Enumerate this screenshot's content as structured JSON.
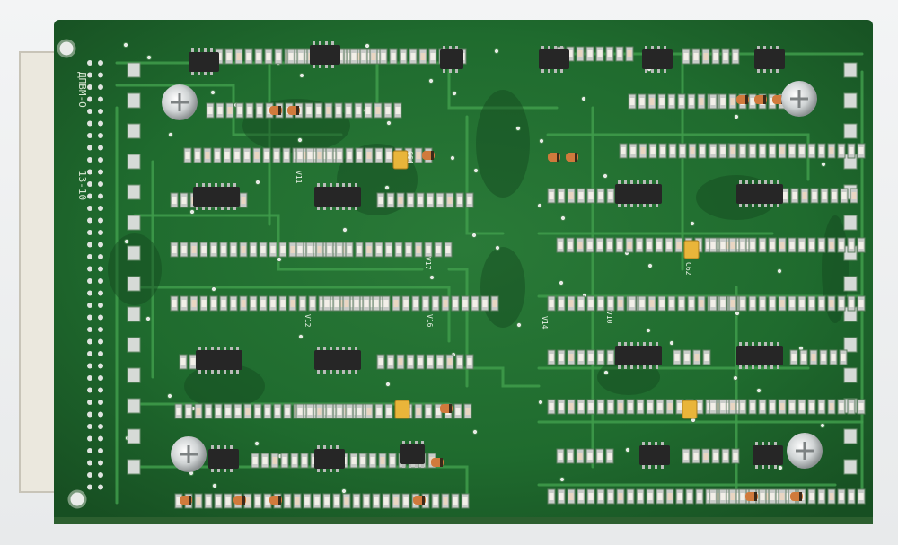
{
  "photo": {
    "subject": "pcb-circuit-board",
    "silkscreen": {
      "board_code": "ДПВМ-О",
      "board_revision": "13-10",
      "refs": [
        "C64",
        "C62",
        "V12",
        "V16",
        "V11",
        "V17",
        "V14",
        "V10"
      ]
    },
    "colors": {
      "background": "#eceeef",
      "board": "#1f6b2e",
      "board_dark": "#15461f",
      "trace": "#3f9c4b",
      "pad": "#c9ccc9",
      "connector": "#e9e6dc",
      "chip": "#262626",
      "tantalum": "#e9b53a"
    }
  }
}
